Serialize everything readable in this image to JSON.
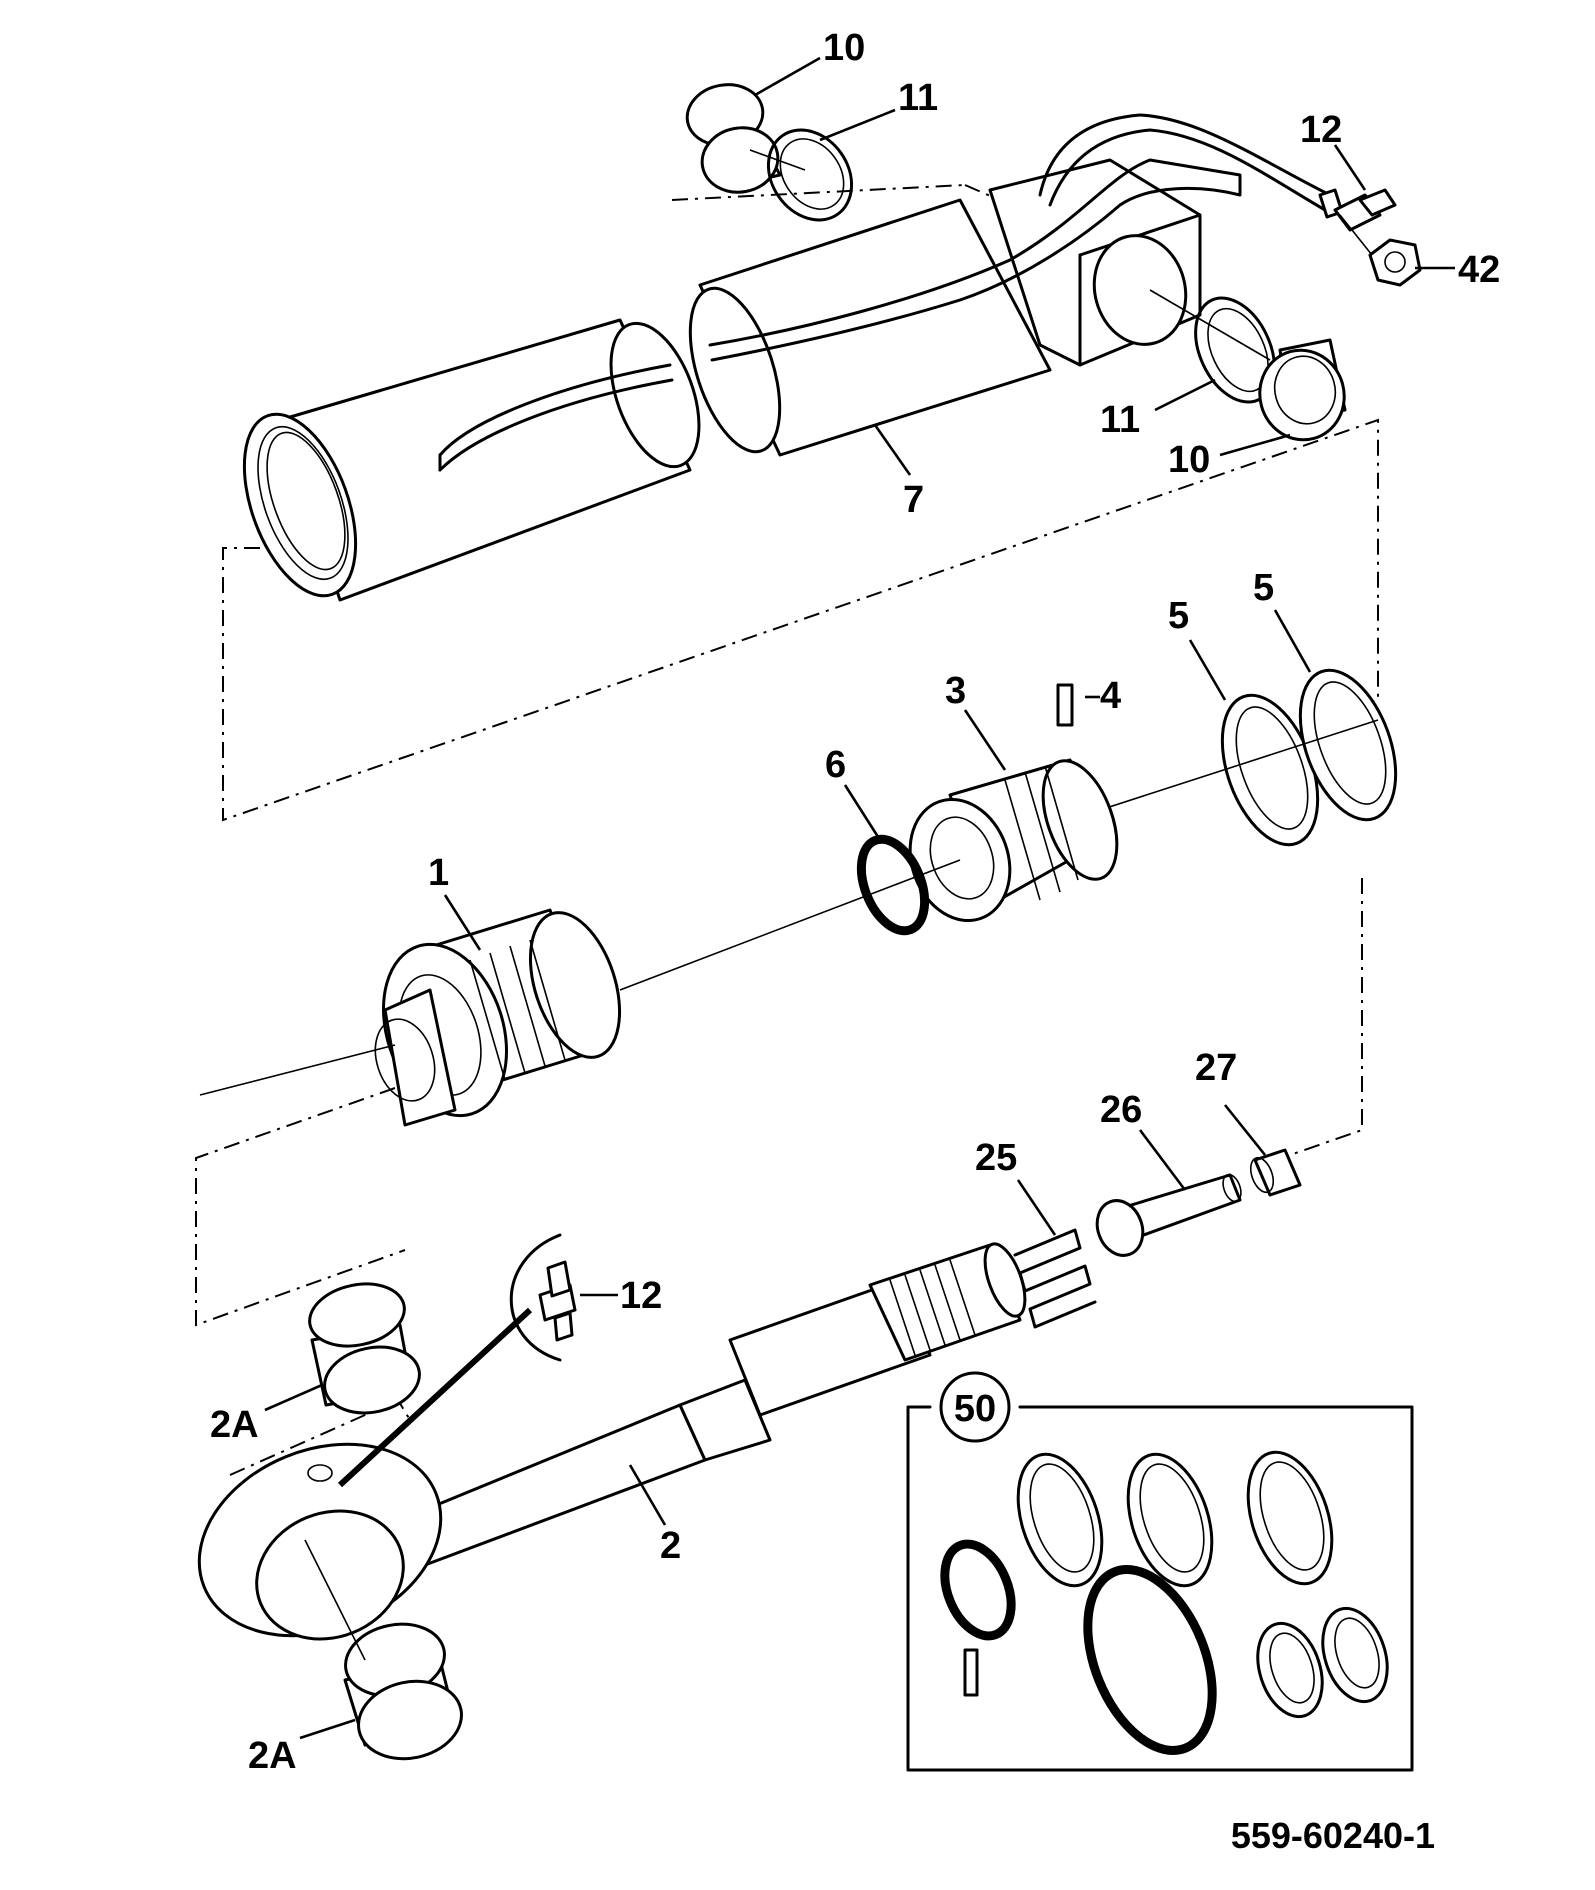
{
  "diagram": {
    "callouts": [
      {
        "id": "c10a",
        "text": "10"
      },
      {
        "id": "c11a",
        "text": "11"
      },
      {
        "id": "c12a",
        "text": "12"
      },
      {
        "id": "c42",
        "text": "42"
      },
      {
        "id": "c11b",
        "text": "11"
      },
      {
        "id": "c10b",
        "text": "10"
      },
      {
        "id": "c7",
        "text": "7"
      },
      {
        "id": "c5a",
        "text": "5"
      },
      {
        "id": "c5b",
        "text": "5"
      },
      {
        "id": "c3",
        "text": "3"
      },
      {
        "id": "c4",
        "text": "4"
      },
      {
        "id": "c6",
        "text": "6"
      },
      {
        "id": "c1",
        "text": "1"
      },
      {
        "id": "c27",
        "text": "27"
      },
      {
        "id": "c26",
        "text": "26"
      },
      {
        "id": "c25",
        "text": "25"
      },
      {
        "id": "c12b",
        "text": "12"
      },
      {
        "id": "c2a1",
        "text": "2A"
      },
      {
        "id": "c2",
        "text": "2"
      },
      {
        "id": "c2a2",
        "text": "2A"
      }
    ],
    "kit_label": "50",
    "reference": "559-60240-1"
  }
}
